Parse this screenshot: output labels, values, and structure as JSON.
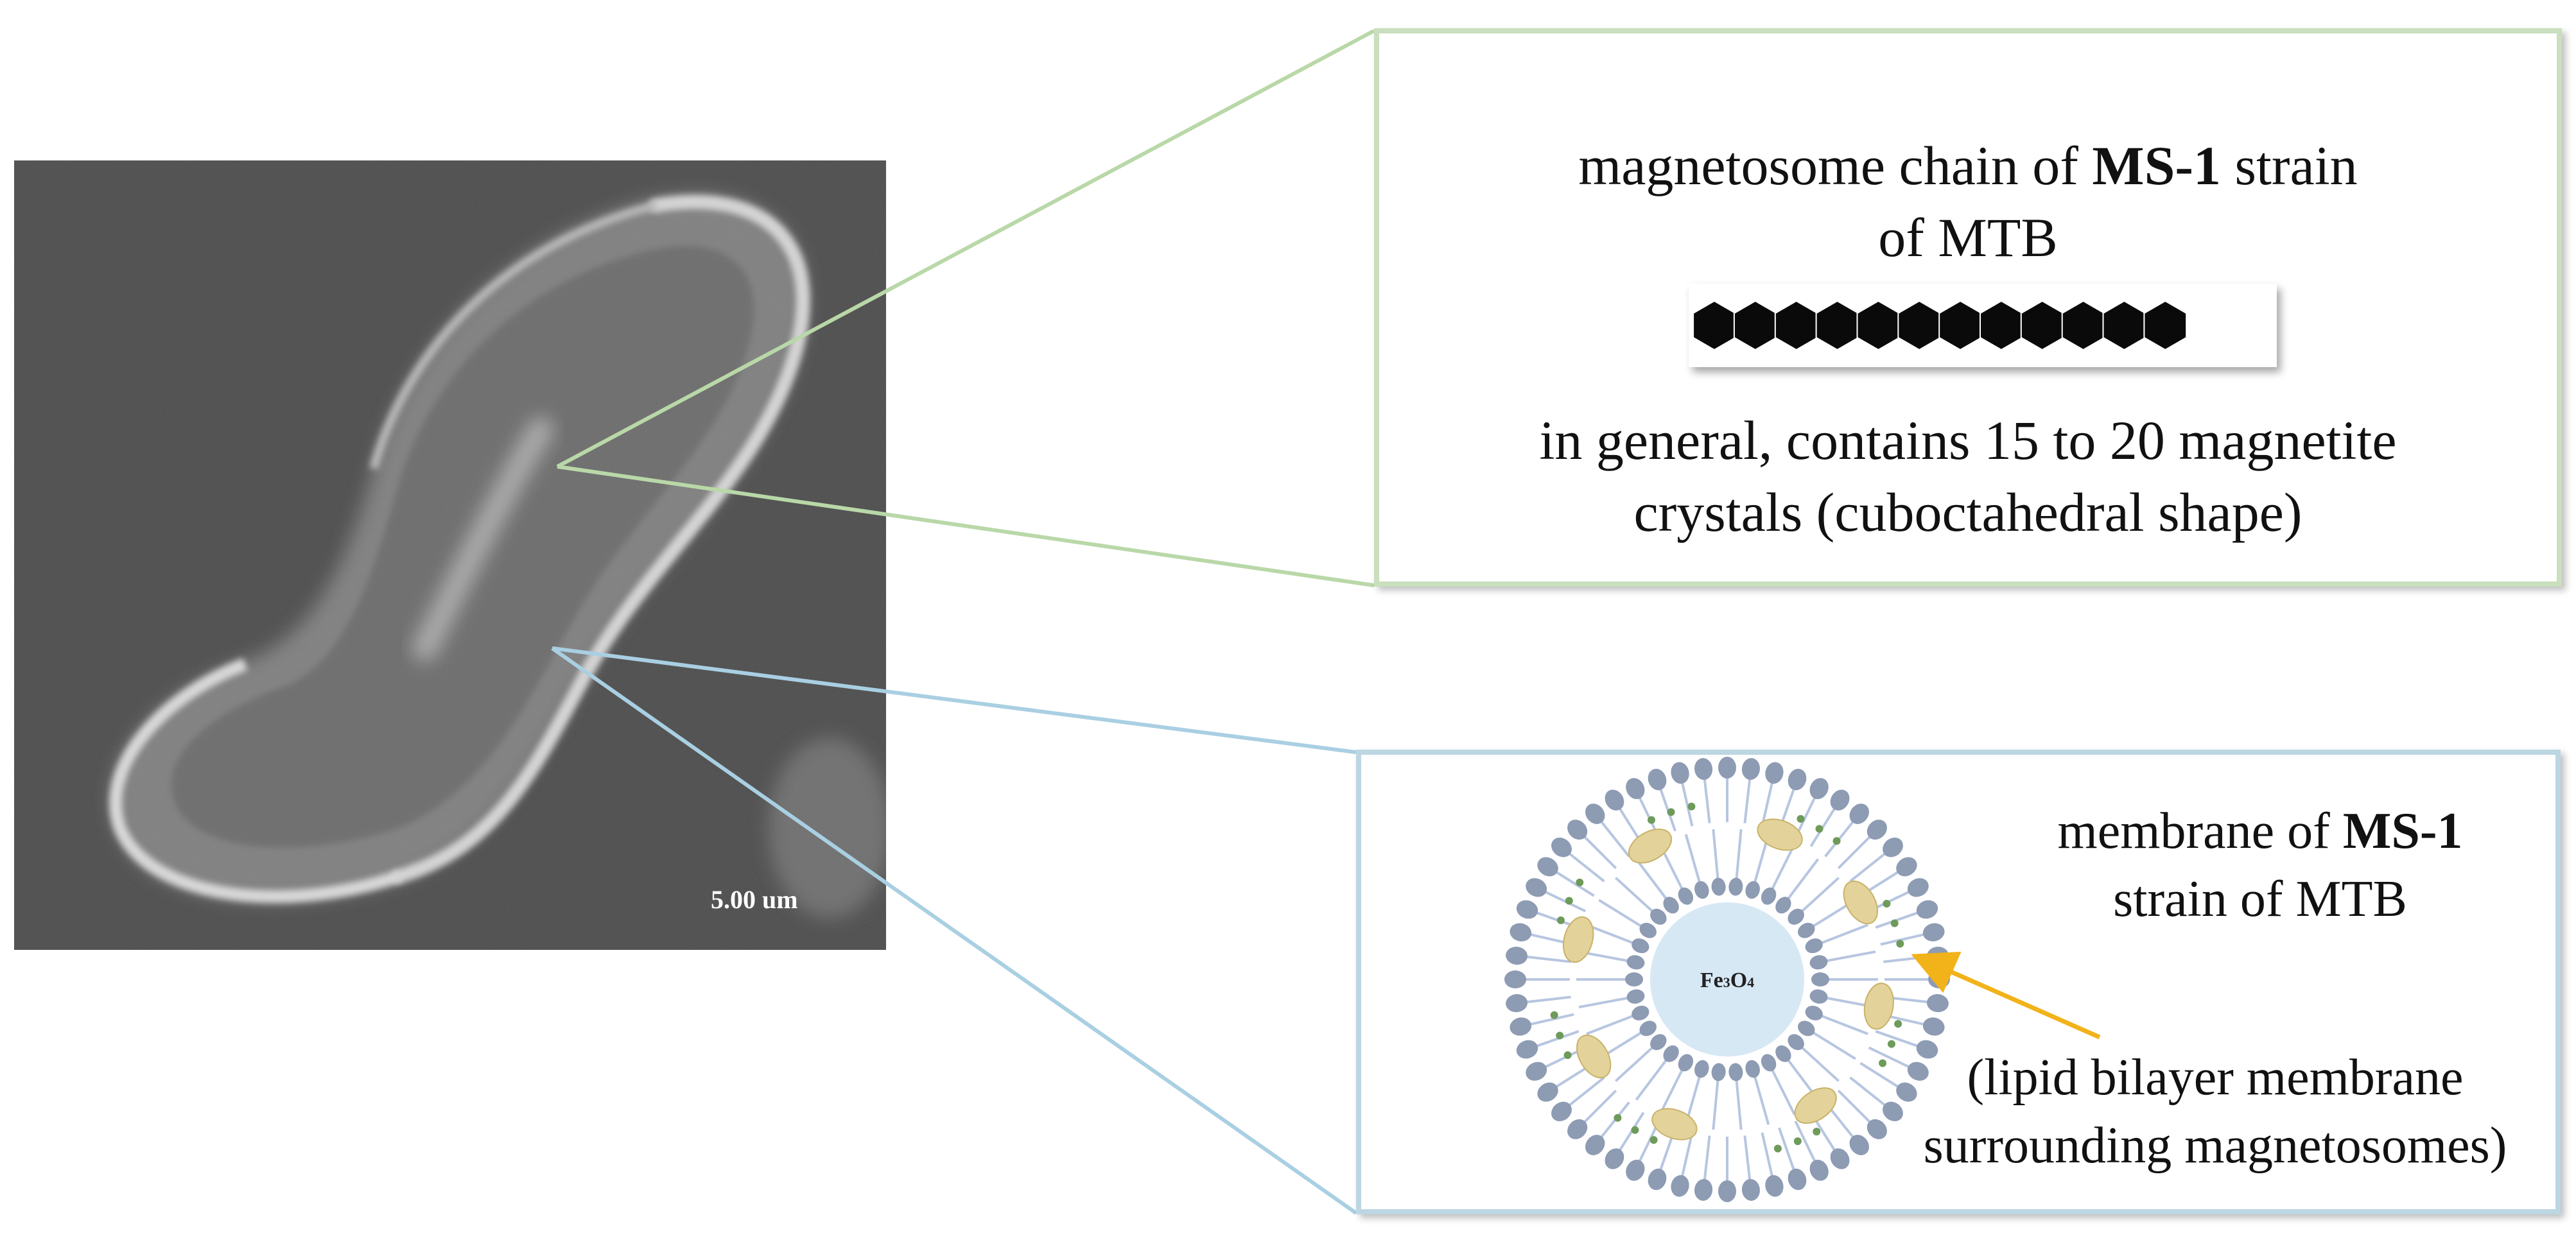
{
  "sem": {
    "scale_bar": "5.00 um"
  },
  "chain_panel": {
    "title_pre": "magnetosome chain of ",
    "title_bold": "MS-1",
    "title_post": " strain",
    "title_line2": "of MTB",
    "desc_line1": "in general, contains 15 to 20 magnetite",
    "desc_line2": "crystals (cuboctahedral shape)",
    "hexagon_count": 12
  },
  "membrane_panel": {
    "title_pre": "membrane of ",
    "title_bold": "MS-1",
    "title_line2": "strain of MTB",
    "core_label_main": "Fe",
    "core_label_sub1": "3",
    "core_label_mid": "O",
    "core_label_sub2": "4",
    "note_line1": "(lipid bilayer membrane",
    "note_line2": "surrounding magnetosomes)"
  },
  "colors": {
    "chain_border": "#c9dfbd",
    "membrane_border": "#bcd6e2",
    "green_line": "#b9d8a8",
    "blue_line": "#a9cfe2",
    "lipid_head": "#8d9bb3",
    "core_fill": "#d7e8f5",
    "crystal_fill": "#e3d39a",
    "arrow": "#f2b21a"
  }
}
